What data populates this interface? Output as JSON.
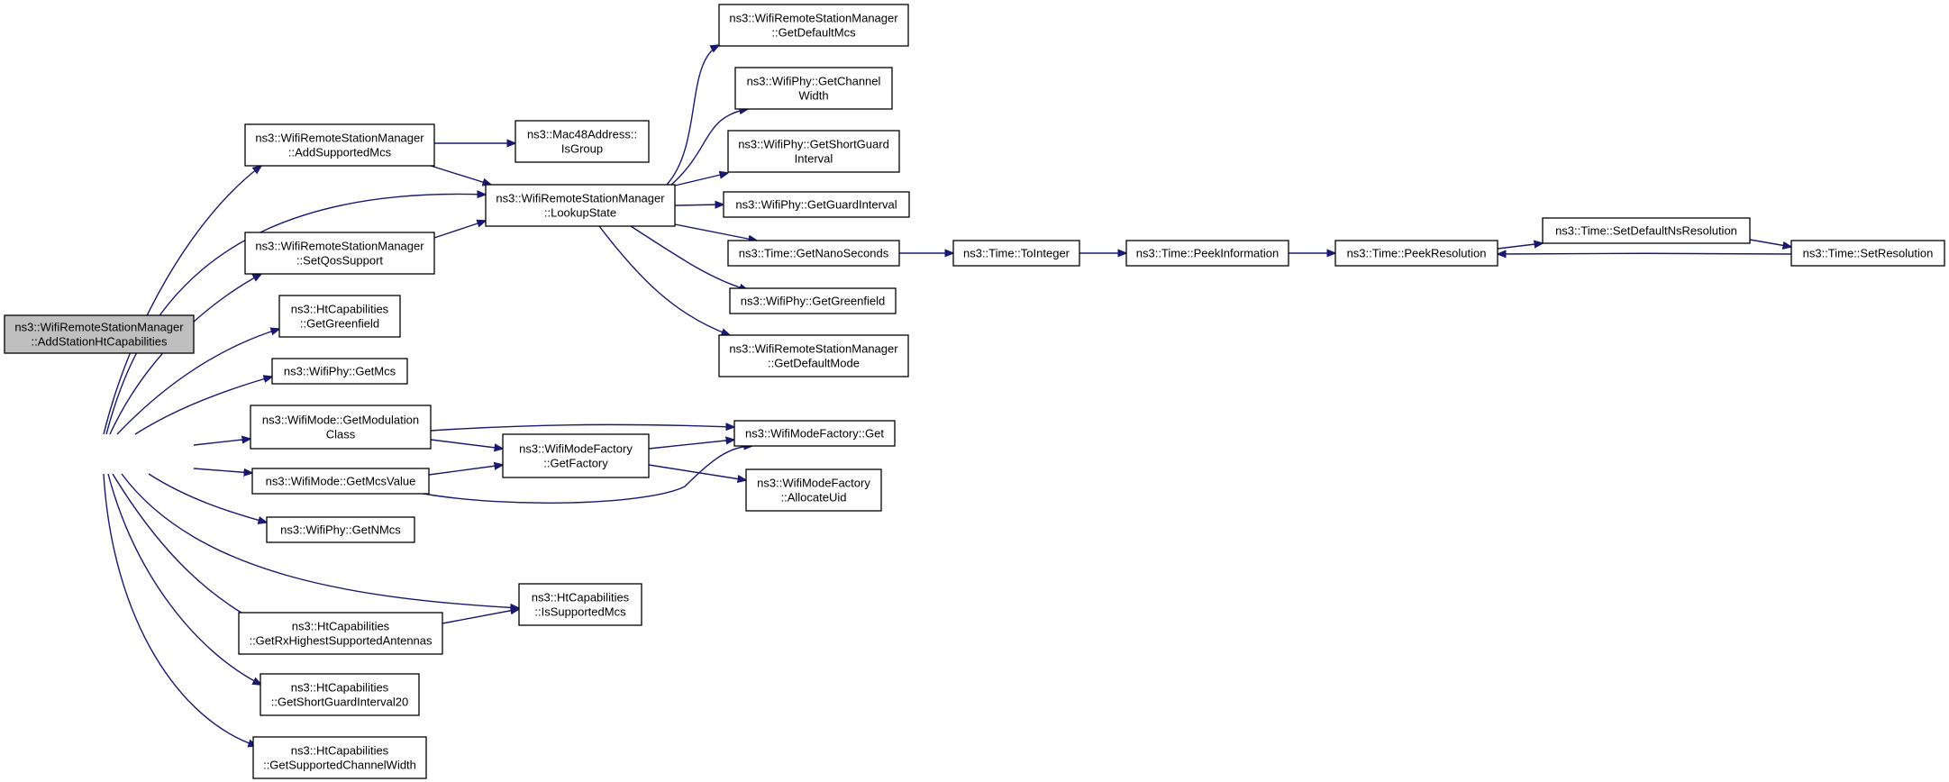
{
  "diagram": {
    "nodes": [
      {
        "id": "root",
        "lines": [
          "ns3::WifiRemoteStationManager",
          "::AddStationHtCapabilities"
        ],
        "root": true
      },
      {
        "id": "addSupportedMcs",
        "lines": [
          "ns3::WifiRemoteStationManager",
          "::AddSupportedMcs"
        ]
      },
      {
        "id": "setQosSupport",
        "lines": [
          "ns3::WifiRemoteStationManager",
          "::SetQosSupport"
        ]
      },
      {
        "id": "htGetGreenfield",
        "lines": [
          "ns3::HtCapabilities",
          "::GetGreenfield"
        ]
      },
      {
        "id": "phyGetMcs",
        "lines": [
          "ns3::WifiPhy::GetMcs"
        ]
      },
      {
        "id": "modeGetModulationClass",
        "lines": [
          "ns3::WifiMode::GetModulation",
          "Class"
        ]
      },
      {
        "id": "modeGetMcsValue",
        "lines": [
          "ns3::WifiMode::GetMcsValue"
        ]
      },
      {
        "id": "phyGetNMcs",
        "lines": [
          "ns3::WifiPhy::GetNMcs"
        ]
      },
      {
        "id": "htGetRxHighest",
        "lines": [
          "ns3::HtCapabilities",
          "::GetRxHighestSupportedAntennas"
        ]
      },
      {
        "id": "htGetShortGuard20",
        "lines": [
          "ns3::HtCapabilities",
          "::GetShortGuardInterval20"
        ]
      },
      {
        "id": "htGetSupportedChannelWidth",
        "lines": [
          "ns3::HtCapabilities",
          "::GetSupportedChannelWidth"
        ]
      },
      {
        "id": "macIsGroup",
        "lines": [
          "ns3::Mac48Address::",
          "IsGroup"
        ]
      },
      {
        "id": "lookupState",
        "lines": [
          "ns3::WifiRemoteStationManager",
          "::LookupState"
        ]
      },
      {
        "id": "modeFactoryGetFactory",
        "lines": [
          "ns3::WifiModeFactory",
          "::GetFactory"
        ]
      },
      {
        "id": "htIsSupportedMcs",
        "lines": [
          "ns3::HtCapabilities",
          "::IsSupportedMcs"
        ]
      },
      {
        "id": "getDefaultMcs",
        "lines": [
          "ns3::WifiRemoteStationManager",
          "::GetDefaultMcs"
        ]
      },
      {
        "id": "phyGetChannelWidth",
        "lines": [
          "ns3::WifiPhy::GetChannel",
          "Width"
        ]
      },
      {
        "id": "phyGetShortGuardInterval",
        "lines": [
          "ns3::WifiPhy::GetShortGuard",
          "Interval"
        ]
      },
      {
        "id": "phyGetGuardInterval",
        "lines": [
          "ns3::WifiPhy::GetGuardInterval"
        ]
      },
      {
        "id": "timeGetNanoSeconds",
        "lines": [
          "ns3::Time::GetNanoSeconds"
        ]
      },
      {
        "id": "phyGetGreenfield",
        "lines": [
          "ns3::WifiPhy::GetGreenfield"
        ]
      },
      {
        "id": "getDefaultMode",
        "lines": [
          "ns3::WifiRemoteStationManager",
          "::GetDefaultMode"
        ]
      },
      {
        "id": "modeFactoryGet",
        "lines": [
          "ns3::WifiModeFactory::Get"
        ]
      },
      {
        "id": "modeFactoryAllocateUid",
        "lines": [
          "ns3::WifiModeFactory",
          "::AllocateUid"
        ]
      },
      {
        "id": "timeToInteger",
        "lines": [
          "ns3::Time::ToInteger"
        ]
      },
      {
        "id": "timePeekInformation",
        "lines": [
          "ns3::Time::PeekInformation"
        ]
      },
      {
        "id": "timePeekResolution",
        "lines": [
          "ns3::Time::PeekResolution"
        ]
      },
      {
        "id": "timeSetDefaultNsResolution",
        "lines": [
          "ns3::Time::SetDefaultNsResolution"
        ]
      },
      {
        "id": "timeSetResolution",
        "lines": [
          "ns3::Time::SetResolution"
        ]
      }
    ],
    "edges": [
      [
        "root",
        "addSupportedMcs"
      ],
      [
        "root",
        "lookupState"
      ],
      [
        "root",
        "setQosSupport"
      ],
      [
        "root",
        "htGetGreenfield"
      ],
      [
        "root",
        "phyGetMcs"
      ],
      [
        "root",
        "modeGetModulationClass"
      ],
      [
        "root",
        "modeGetMcsValue"
      ],
      [
        "root",
        "phyGetNMcs"
      ],
      [
        "root",
        "htIsSupportedMcs"
      ],
      [
        "root",
        "htGetRxHighest"
      ],
      [
        "root",
        "htGetShortGuard20"
      ],
      [
        "root",
        "htGetSupportedChannelWidth"
      ],
      [
        "addSupportedMcs",
        "macIsGroup"
      ],
      [
        "addSupportedMcs",
        "lookupState"
      ],
      [
        "setQosSupport",
        "lookupState"
      ],
      [
        "lookupState",
        "getDefaultMcs"
      ],
      [
        "lookupState",
        "phyGetChannelWidth"
      ],
      [
        "lookupState",
        "phyGetShortGuardInterval"
      ],
      [
        "lookupState",
        "phyGetGuardInterval"
      ],
      [
        "lookupState",
        "timeGetNanoSeconds"
      ],
      [
        "lookupState",
        "phyGetGreenfield"
      ],
      [
        "lookupState",
        "getDefaultMode"
      ],
      [
        "modeGetModulationClass",
        "modeFactoryGet"
      ],
      [
        "modeGetModulationClass",
        "modeFactoryGetFactory"
      ],
      [
        "modeGetMcsValue",
        "modeFactoryGetFactory"
      ],
      [
        "modeGetMcsValue",
        "modeFactoryGet"
      ],
      [
        "modeFactoryGetFactory",
        "modeFactoryGet"
      ],
      [
        "modeFactoryGetFactory",
        "modeFactoryAllocateUid"
      ],
      [
        "htGetRxHighest",
        "htIsSupportedMcs"
      ],
      [
        "timeGetNanoSeconds",
        "timeToInteger"
      ],
      [
        "timeToInteger",
        "timePeekInformation"
      ],
      [
        "timePeekInformation",
        "timePeekResolution"
      ],
      [
        "timePeekResolution",
        "timeSetDefaultNsResolution"
      ],
      [
        "timeSetDefaultNsResolution",
        "timeSetResolution"
      ],
      [
        "timeSetResolution",
        "timePeekResolution"
      ]
    ]
  },
  "colors": {
    "edge": "#191970",
    "root_fill": "#bfbfbf",
    "node_fill": "#ffffff",
    "node_stroke": "#000000"
  }
}
